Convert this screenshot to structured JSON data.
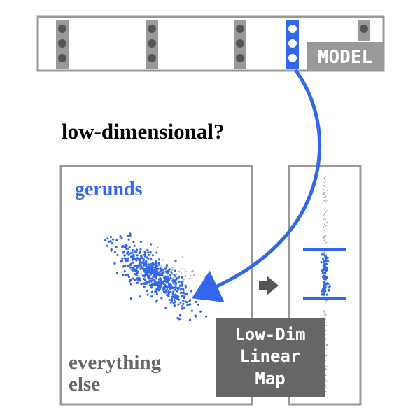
{
  "model": {
    "label": "MODEL",
    "neuron_count": 3,
    "layers": [
      {
        "name": "layer-1",
        "highlighted": false
      },
      {
        "name": "layer-2",
        "highlighted": false
      },
      {
        "name": "layer-3",
        "highlighted": false
      },
      {
        "name": "layer-4",
        "highlighted": true
      },
      {
        "name": "layer-5",
        "highlighted": false
      }
    ]
  },
  "question": "low-dimensional?",
  "panels": {
    "left": {
      "highlight_label": "gerunds",
      "background_label_line1": "everything",
      "background_label_line2": "else"
    },
    "map_box": {
      "line1": "Low-Dim",
      "line2": "Linear",
      "line3": "Map"
    }
  },
  "colors": {
    "accent_blue": "#3366ee",
    "frame_gray": "#999999",
    "layer_gray": "#999999",
    "neuron_dark": "#555555",
    "map_box_bg": "#666666",
    "model_label_bg": "#999999",
    "everything_else_text": "#666666",
    "scatter_gray": "#aaaaaa"
  },
  "icons": {
    "connector": "arrow-right-icon"
  }
}
